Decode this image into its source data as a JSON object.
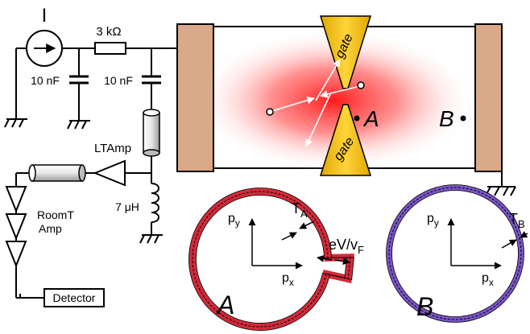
{
  "circuit": {
    "current_source": "I",
    "resistor": "3 kΩ",
    "capacitor_1": "10 nF",
    "capacitor_2": "10 nF",
    "inductor": "7 μH",
    "low_temp_amp": "LTAmp",
    "room_temp_amp_line1": "RoomT",
    "room_temp_amp_line2": "Amp",
    "detector": "Detector"
  },
  "sample": {
    "gate_top": "gate",
    "gate_bottom": "gate",
    "point_a": "A",
    "point_b": "B"
  },
  "distribution_a": {
    "py": "p",
    "py_sub": "y",
    "px": "p",
    "px_sub": "x",
    "temperature": "T",
    "temperature_sub": "A",
    "bias": "eV/v",
    "bias_sub": "F",
    "name": "A"
  },
  "distribution_b": {
    "py": "p",
    "py_sub": "y",
    "px": "p",
    "px_sub": "x",
    "temperature": "T",
    "temperature_sub": "B",
    "name": "B"
  },
  "colors": {
    "contact": "#d9a98a",
    "gate": "#f2c21b",
    "hotspot": "#ff2a2a",
    "ring_a": "#d22a3a",
    "ring_b": "#7b55c8"
  }
}
